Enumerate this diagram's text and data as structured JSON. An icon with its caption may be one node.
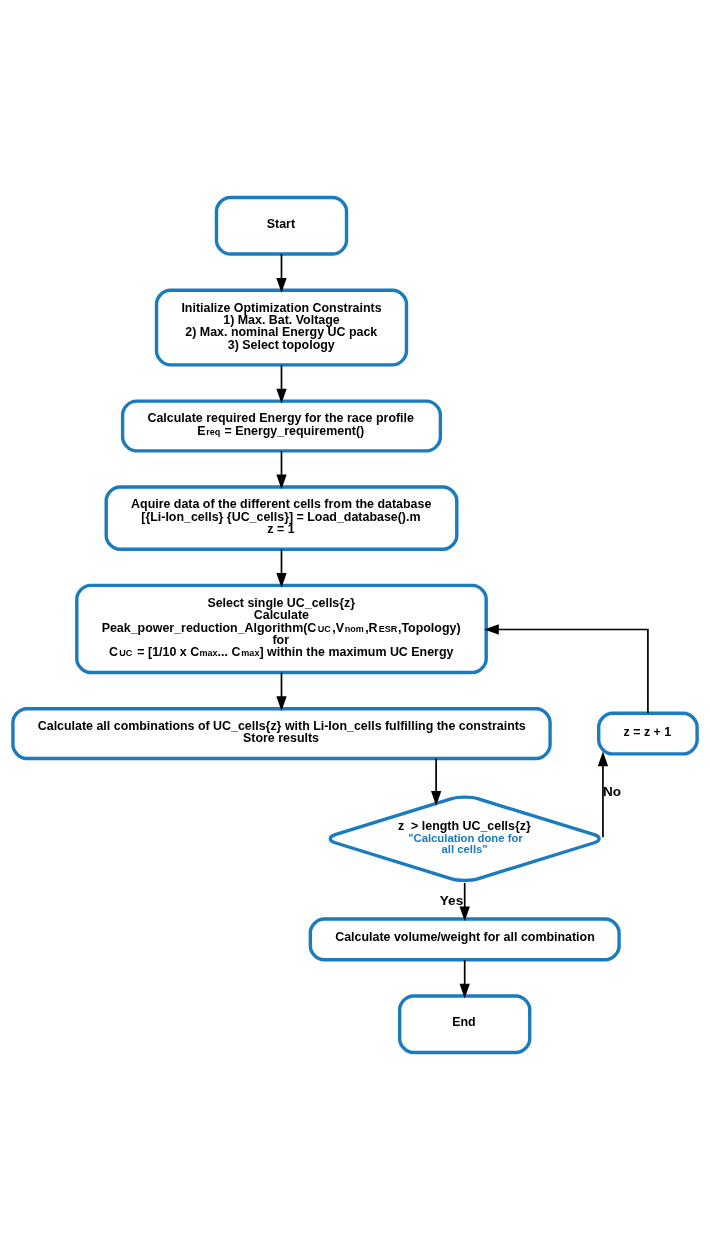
{
  "diagram": {
    "nodes": [
      {
        "text": [
          "Start"
        ]
      },
      {
        "text": [
          "Initialize Optimization Constraints",
          "1) Max. Bat. Voltage",
          "2) Max. nominal Energy UC pack",
          "3) Select topology"
        ]
      },
      {
        "text": [
          "Calculate required Energy for the race profile",
          "E$_{req}$ = Energy_requirement()"
        ]
      },
      {
        "text": [
          "Aquire data of the different cells from the database",
          "[{Li-Ion_cells} {UC_cells}] = Load_database().m",
          "z = 1"
        ]
      },
      {
        "text": [
          "Select single UC_cells{z}",
          "Calculate",
          "Peak_power_reduction_Algorithm(C$_{UC}$,V$_{nom}$,R$_{ESR}$,Topology)",
          "for",
          "C$_{UC}$ = [1/10 x C$_{max}$... C$_{max}$] within the maximum UC Energy"
        ]
      },
      {
        "text": [
          "Calculate all combinations of UC_cells{z} with Li-Ion_cells fulfilling the constraints",
          "Store results"
        ]
      },
      {
        "text": [
          "z  > length UC_cells{z}",
          "\"Calculation done for all cells\""
        ]
      },
      {
        "text": [
          "z = z + 1"
        ]
      },
      {
        "text": [
          "Calculate volume/weight for all combination"
        ]
      },
      {
        "text": [
          "End"
        ]
      }
    ],
    "edges": [
      {
        "from": 0,
        "to": 1,
        "arrow": "to"
      },
      {
        "from": 1,
        "to": 2,
        "arrow": "to"
      },
      {
        "from": 2,
        "to": 3,
        "arrow": "to"
      },
      {
        "from": 3,
        "to": 4,
        "arrow": "to"
      },
      {
        "from": 4,
        "to": 5,
        "arrow": "to"
      },
      {
        "from": 5,
        "to": 6,
        "arrow": "to"
      },
      {
        "from": 6,
        "to": 7,
        "label": "No",
        "arrow": "to"
      },
      {
        "from": 7,
        "to": 4,
        "arrow": "to"
      },
      {
        "from": 6,
        "to": 8,
        "label": "Yes",
        "arrow": "to"
      },
      {
        "from": 8,
        "to": 9,
        "arrow": "to"
      }
    ]
  }
}
